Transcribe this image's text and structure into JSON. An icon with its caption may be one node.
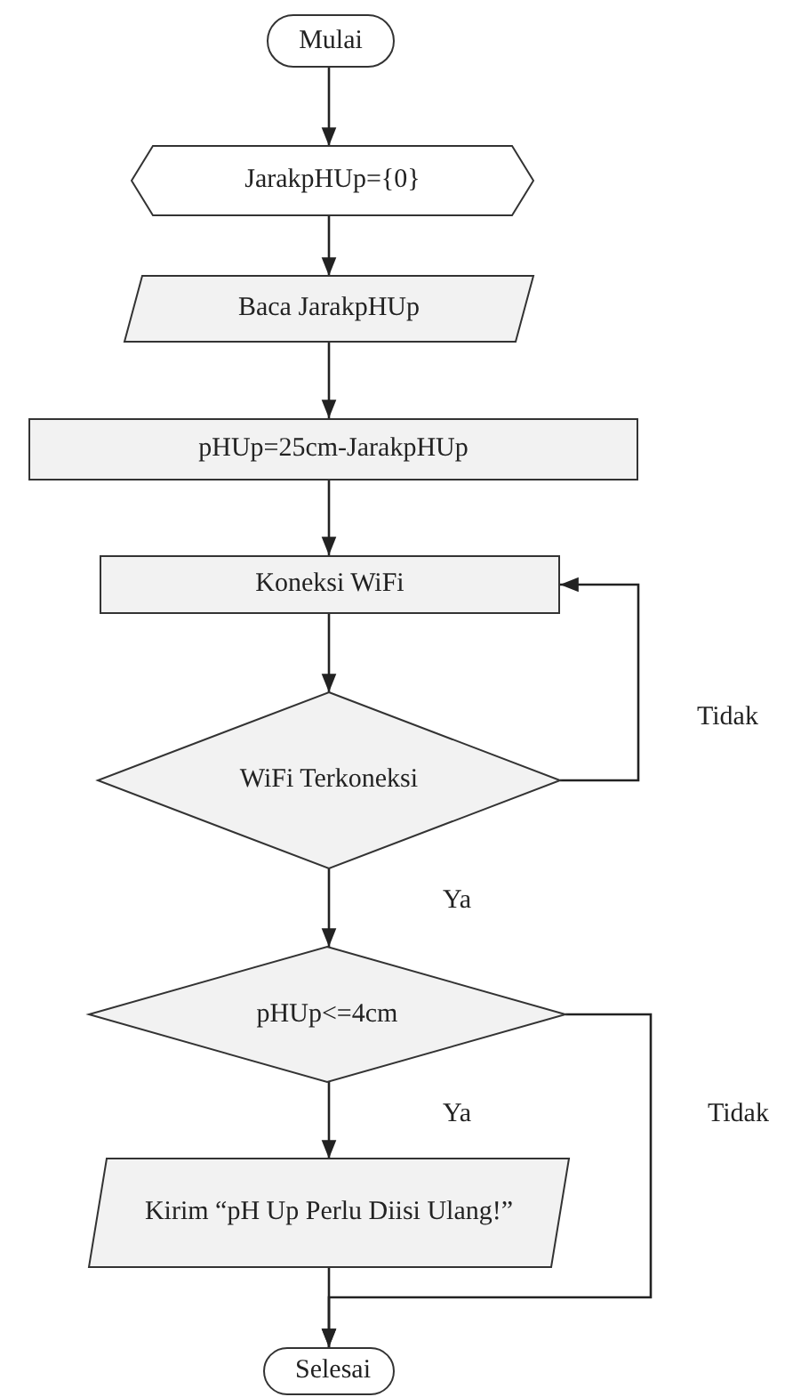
{
  "diagram": {
    "nodes": [
      {
        "text": [
          "Mulai"
        ]
      },
      {
        "text": [
          "JarakpHUp={0}"
        ]
      },
      {
        "text": [
          "Baca JarakpHUp"
        ]
      },
      {
        "text": [
          "pHUp=25cm-JarakpHUp"
        ]
      },
      {
        "text": [
          "Koneksi WiFi"
        ]
      },
      {
        "text": [
          "WiFi Terkoneksi"
        ]
      },
      {
        "text": [
          "pHUp<=4cm"
        ]
      },
      {
        "text": [
          "Kirim “pH Up Perlu Diisi Ulang!”"
        ]
      },
      {
        "text": [
          "Selesai"
        ]
      }
    ],
    "edges": [
      {
        "from": 0,
        "to": 1,
        "arrow": "to"
      },
      {
        "from": 1,
        "to": 2,
        "arrow": "to"
      },
      {
        "from": 2,
        "to": 3,
        "arrow": "to"
      },
      {
        "from": 3,
        "to": 4,
        "arrow": "to"
      },
      {
        "from": 4,
        "to": 5,
        "arrow": "to"
      },
      {
        "from": 5,
        "to": 4,
        "arrow": "to",
        "label": "Tidak"
      },
      {
        "from": 5,
        "to": 6,
        "arrow": "to",
        "label": "Ya"
      },
      {
        "from": 6,
        "to": 7,
        "arrow": "to",
        "label": "Ya"
      },
      {
        "from": 7,
        "to": 8,
        "arrow": "to"
      },
      {
        "from": 6,
        "to": 8,
        "arrow": "to",
        "label": "Tidak"
      }
    ]
  }
}
